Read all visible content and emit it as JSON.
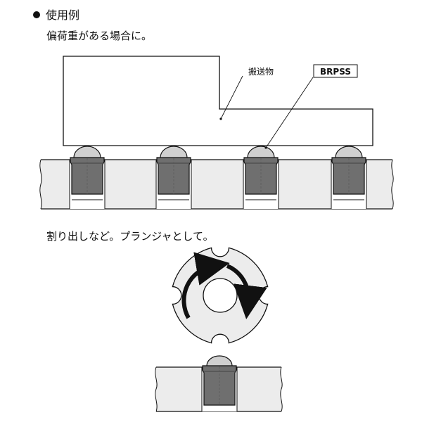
{
  "heading": "使用例",
  "example1": {
    "caption": "偏荷重がある場合に。",
    "load_label": "搬送物",
    "product_label": "BRPSS"
  },
  "example2": {
    "caption": "割り出しなど。プランジャとして。"
  },
  "colors": {
    "line": "#111111",
    "plate_fill": "#ececec",
    "body_fill": "#6f6f6f",
    "ball_fill": "#d0d0d0"
  }
}
